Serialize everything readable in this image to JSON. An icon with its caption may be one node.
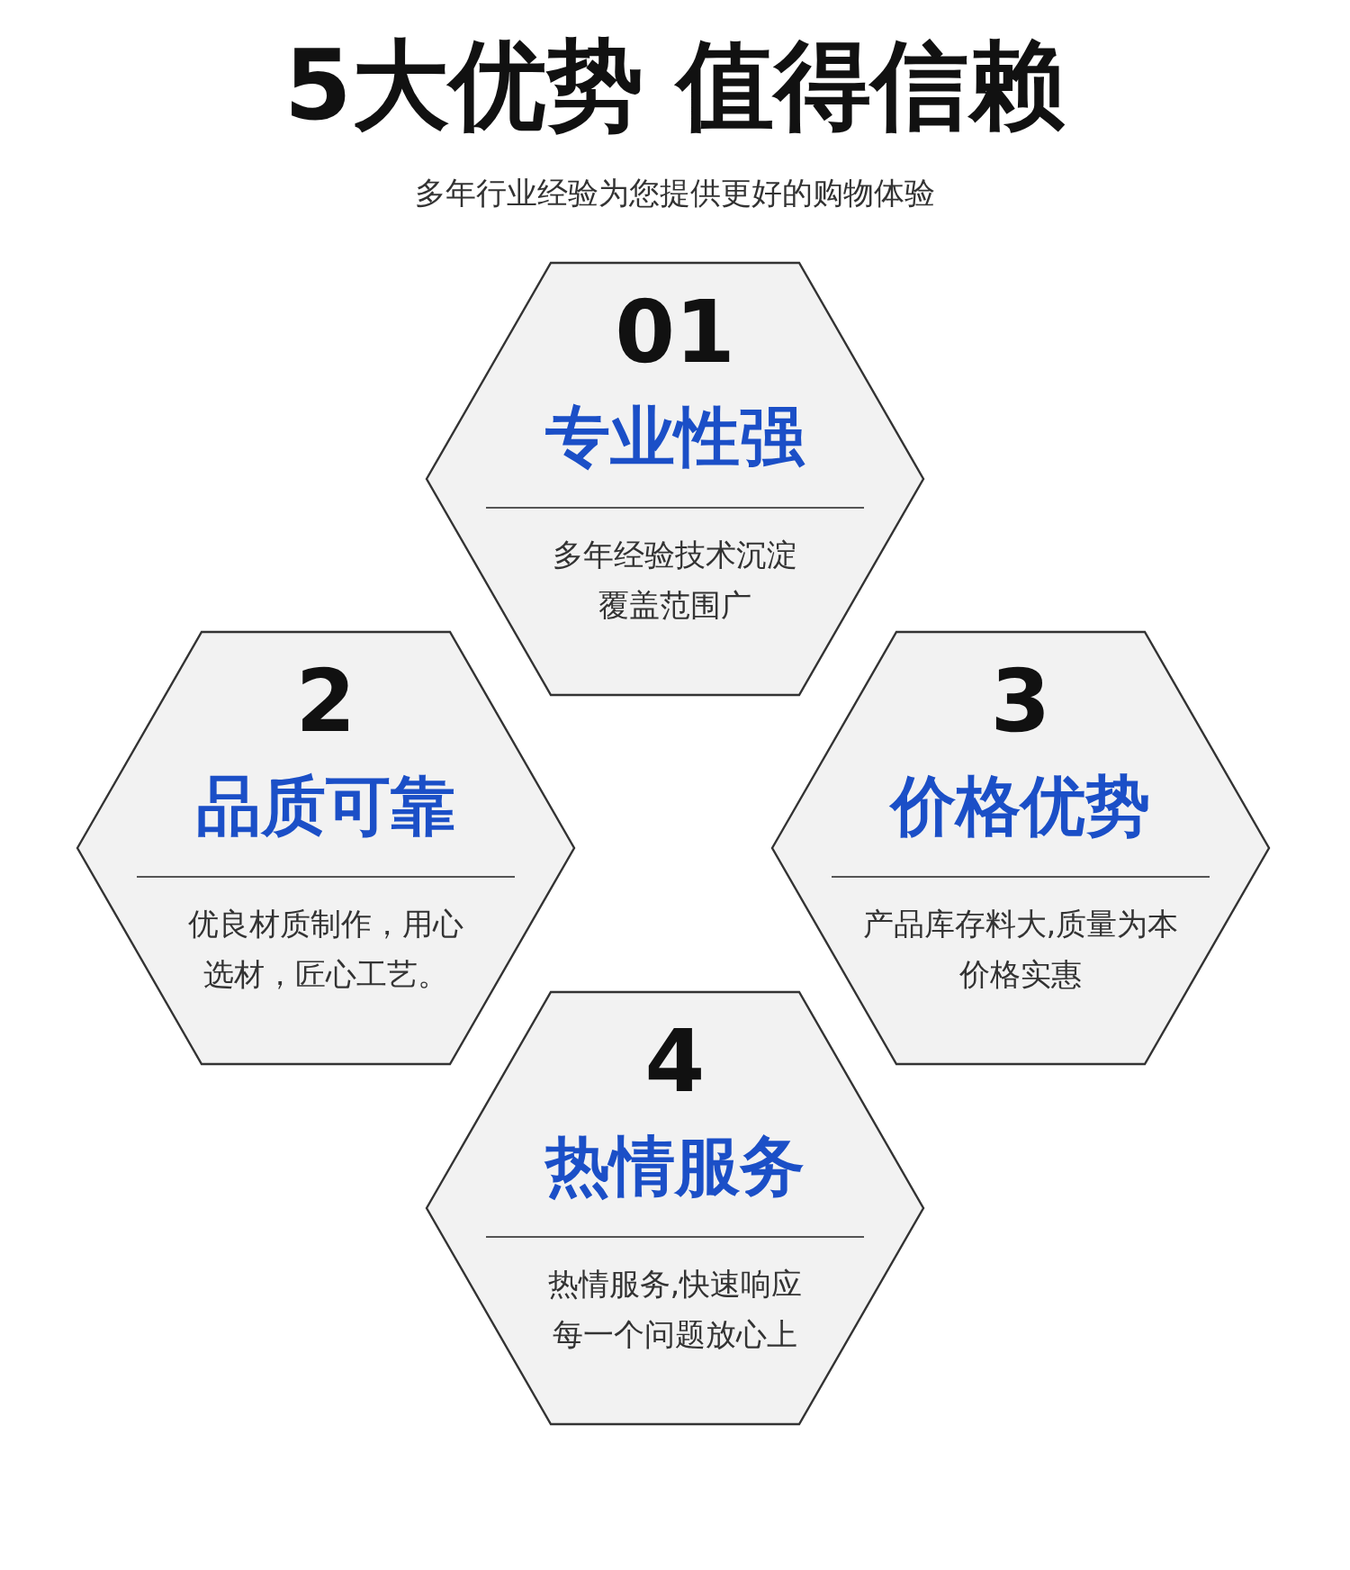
{
  "diagram": {
    "title": "5大优势 值得信赖",
    "nodes": [
      {
        "text": [
          "01",
          "专业性强",
          "多年经验技术沉淀覆盖范围广"
        ]
      },
      {
        "text": [
          "2",
          "品质可靠",
          "优良材质制作，用心选材，匠心工艺。"
        ]
      },
      {
        "text": [
          "3",
          "价格优势",
          "产品库存料大,质量为本价格实惠"
        ]
      },
      {
        "text": [
          "4",
          "热情服务",
          "热情服务,快速响应每一个问题放心上"
        ]
      }
    ],
    "labels": [
      "多年行业经验为您提供更好的购物体验"
    ]
  }
}
